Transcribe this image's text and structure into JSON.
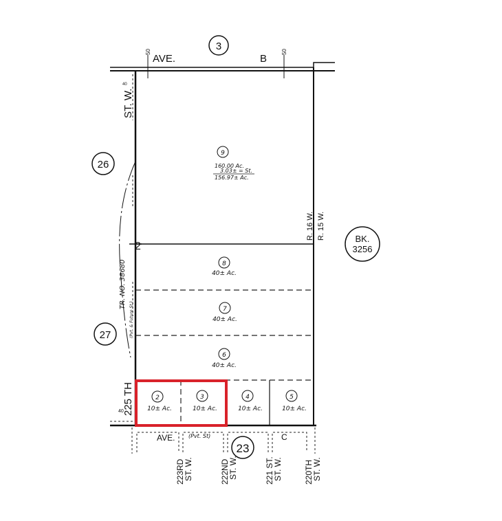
{
  "roads": {
    "top_ave": "AVE.",
    "top_b": "B",
    "top_width_left": "50",
    "top_width_right": "50",
    "left_st_upper": "ST. W.",
    "left_st_lower": "225 TH",
    "left_dim_top": "40",
    "left_dim_bottom": "40",
    "tract": "TR. NO. 38680",
    "tract_note": "(Pvt. & Future St.)",
    "bottom_ave": "AVE.",
    "bottom_pvt": "(Pvt. St)",
    "bottom_c": "C",
    "range_left": "R. 16 W.",
    "range_right": "R. 15 W.",
    "section_corner": "2",
    "streets": [
      {
        "line1": "223RD",
        "line2": "ST. W."
      },
      {
        "line1": "222ND",
        "line2": "ST. W."
      },
      {
        "line1": "221 ST.",
        "line2": "ST. W."
      },
      {
        "line1": "220TH",
        "line2": "ST. W."
      }
    ]
  },
  "map_refs": {
    "top": "3",
    "left_upper": "26",
    "left_lower": "27",
    "bottom": "23",
    "book_label": "BK.",
    "book_number": "3256"
  },
  "parcels": [
    {
      "number": "9",
      "area_gross": "160.00 Ac.",
      "area_street": "3.03± = St.",
      "area": "156.97± Ac."
    },
    {
      "number": "8",
      "area": "40± Ac."
    },
    {
      "number": "7",
      "area": "40± Ac."
    },
    {
      "number": "6",
      "area": "40± Ac."
    },
    {
      "number": "2",
      "area": "10± Ac."
    },
    {
      "number": "3",
      "area": "10± Ac."
    },
    {
      "number": "4",
      "area": "10± Ac."
    },
    {
      "number": "5",
      "area": "10± Ac."
    }
  ],
  "highlight": {
    "color": "#d9222a",
    "parcels": [
      "2",
      "3"
    ]
  }
}
